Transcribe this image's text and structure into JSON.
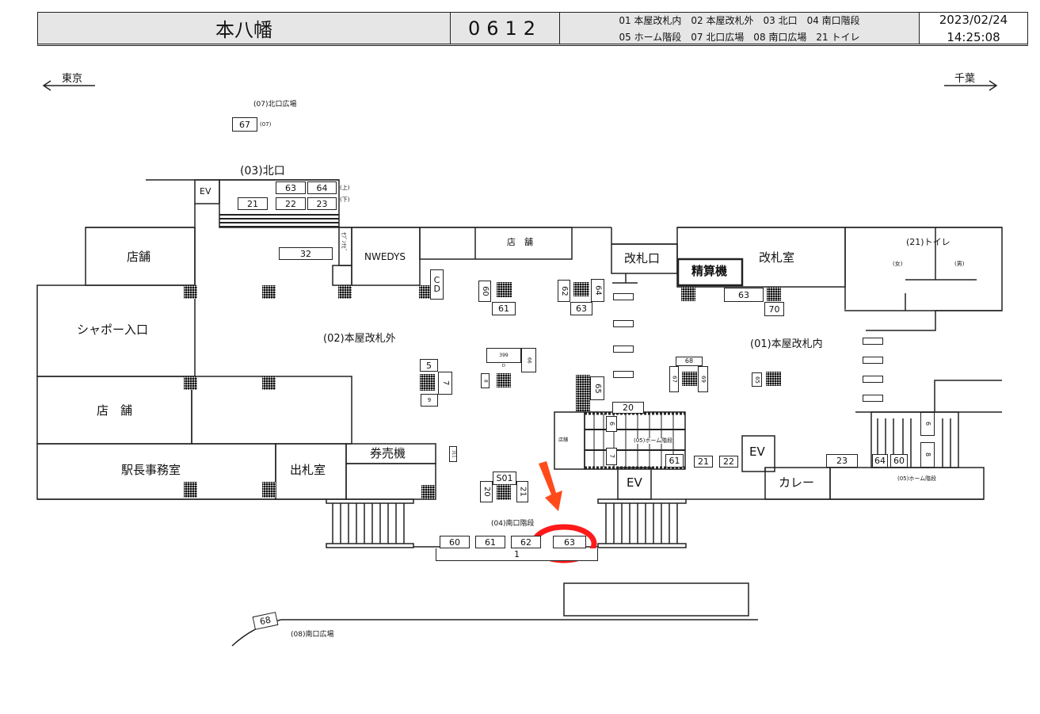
{
  "header": {
    "station_name": "本八幡",
    "station_code": "0612",
    "legend_line1": "01 本屋改札内　02 本屋改札外　03 北口　04 南口階段",
    "legend_line2": "05 ホーム階段　07 北口広場　08 南口広場　21 トイレ",
    "date": "2023/02/24",
    "time": "14:25:08"
  },
  "directions": {
    "left": "東京",
    "right": "千葉"
  },
  "areas": {
    "north_plaza": "(07)北口広場",
    "north_plaza_tag": "(07)",
    "north_exit": "(03)北口",
    "up": "(上)",
    "down": "(下)",
    "ev": "EV",
    "shop": "店舗",
    "shop_spaced": "店　舗",
    "nwedys": "NWEDYS",
    "vertical_sign": "ｾﾌﾞﾝﾅﾋﾞ",
    "cd": "C D",
    "ticket_gate": "改札口",
    "fare_adjust": "精算機",
    "gate_office": "改札室",
    "toilet": "(21)トイレ",
    "toilet_f": "(女)",
    "toilet_m": "(男)",
    "shabo_entrance": "シャポー入口",
    "outside_gate": "(02)本屋改札外",
    "inside_gate": "(01)本屋改札内",
    "ticket_machine": "券売機",
    "station_master": "駅長事務室",
    "ticket_office": "出札室",
    "platform_stairs": "(05)ホーム階段",
    "curry": "カレー",
    "south_stairs": "(04)南口階段",
    "south_plaza": "(08)南口広場",
    "d_label": "D"
  },
  "number_boxes": [
    "67",
    "63",
    "64",
    "21",
    "22",
    "23",
    "32",
    "60",
    "61",
    "62",
    "64",
    "63",
    "5",
    "7",
    "9",
    "399",
    "66",
    "8",
    "65",
    "20",
    "68",
    "67",
    "69",
    "65",
    "63",
    "70",
    "61",
    "21",
    "22",
    "23",
    "64",
    "60",
    "S01",
    "20",
    "21",
    "60",
    "61",
    "62",
    "63",
    "1",
    "68",
    "311",
    "6",
    "7",
    "6",
    "8"
  ],
  "highlight": {
    "target_box": "63",
    "color": "#ff1a1a",
    "arrow_color": "#ff4a1a"
  }
}
